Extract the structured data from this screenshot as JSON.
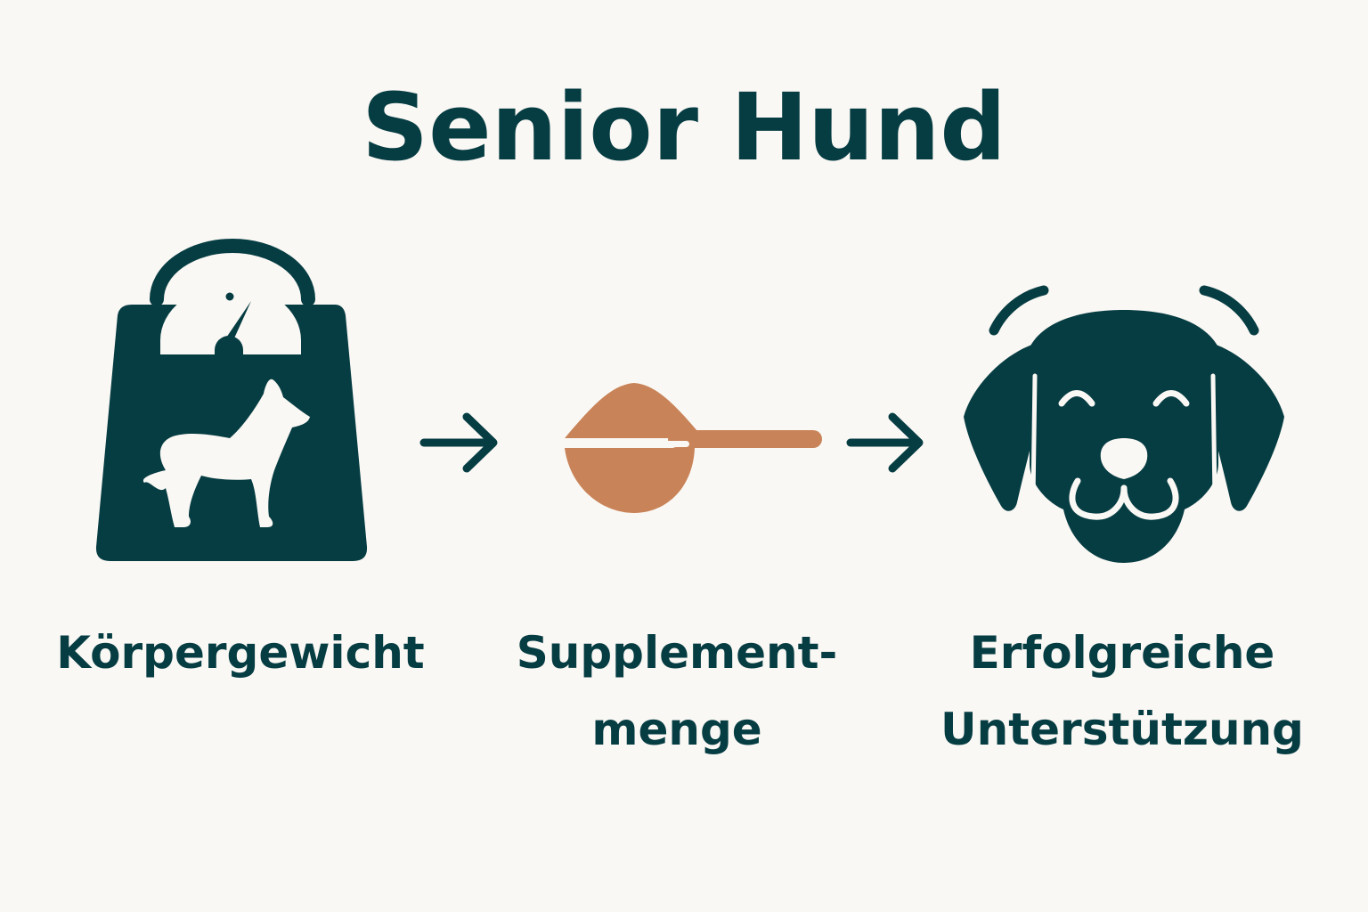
{
  "title": "Senior Hund",
  "steps": [
    {
      "icon": "scale-with-dog-icon",
      "label_lines": [
        "Körpergewicht"
      ]
    },
    {
      "icon": "supplement-scoop-icon",
      "label_lines": [
        "Supplement-",
        "menge"
      ]
    },
    {
      "icon": "happy-dog-face-icon",
      "label_lines": [
        "Erfolgreiche",
        "Unterstützung"
      ]
    }
  ],
  "connectors": [
    "arrow-right-icon",
    "arrow-right-icon"
  ],
  "colors": {
    "background": "#faf8f4",
    "primary": "#063d43",
    "accent": "#c98358"
  }
}
